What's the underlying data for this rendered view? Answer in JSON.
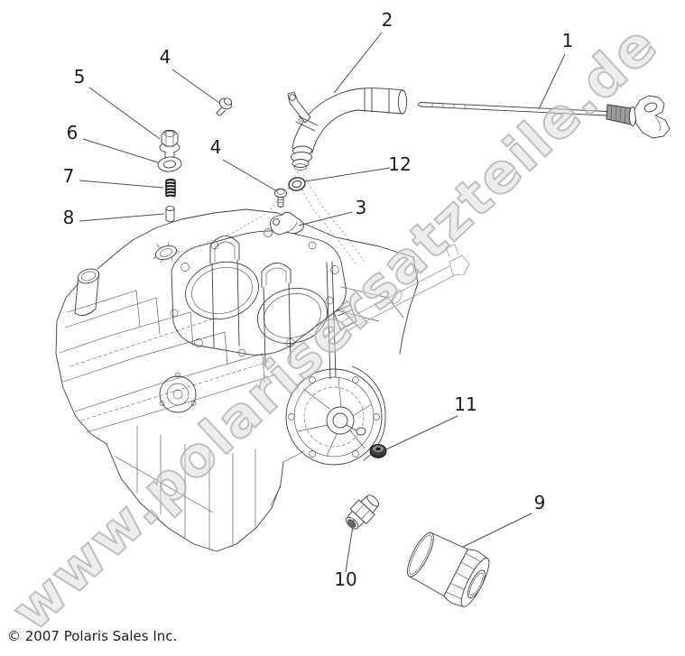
{
  "watermark": "www.polarisersatzteile.de",
  "copyright": "© 2007 Polaris Sales Inc.",
  "callouts": [
    "1",
    "2",
    "3",
    "4",
    "4",
    "5",
    "6",
    "7",
    "8",
    "9",
    "10",
    "11",
    "12"
  ],
  "colors": {
    "background": "#ffffff",
    "line_art": "#3d3d3d",
    "watermark": "#bdbdbd",
    "label_text": "#1c1c1c"
  }
}
